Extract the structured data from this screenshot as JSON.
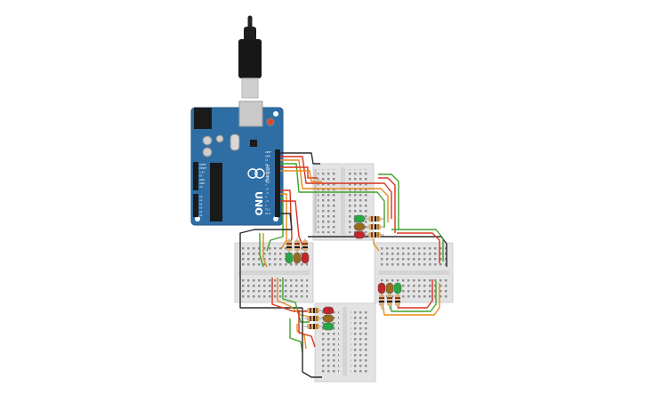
{
  "board": {
    "brand": "ARDUINO",
    "model": "UNO",
    "brand_color": "#2f6ea5",
    "digital_pin_labels": [
      "AREF",
      "GND",
      "13",
      "12",
      "~11",
      "~10",
      "~9",
      "8",
      "7",
      "~6",
      "~5",
      "4",
      "~3",
      "2",
      "TX 1",
      "RX 0"
    ],
    "power_pin_labels": [
      "IOREF",
      "RESET",
      "3.3V",
      "5V",
      "GND",
      "GND",
      "Vin"
    ],
    "analog_pin_labels": [
      "A0",
      "A1",
      "A2",
      "A3",
      "A4",
      "A5"
    ]
  },
  "traffic_lights": [
    {
      "id": "north",
      "leds": [
        "green",
        "yellow",
        "red"
      ]
    },
    {
      "id": "west",
      "leds": [
        "green",
        "yellow",
        "red"
      ]
    },
    {
      "id": "east",
      "leds": [
        "red",
        "yellow",
        "green"
      ]
    },
    {
      "id": "south",
      "leds": [
        "red",
        "yellow",
        "green"
      ]
    }
  ],
  "colors": {
    "wire_green": "#3fa32b",
    "wire_red": "#d9321f",
    "wire_orange": "#e88a1a",
    "wire_black": "#2b2b2b",
    "led_green": "#27a843",
    "led_yellow": "#9a6b1f",
    "led_red": "#c0262a",
    "breadboard": "#e3e3e3"
  }
}
